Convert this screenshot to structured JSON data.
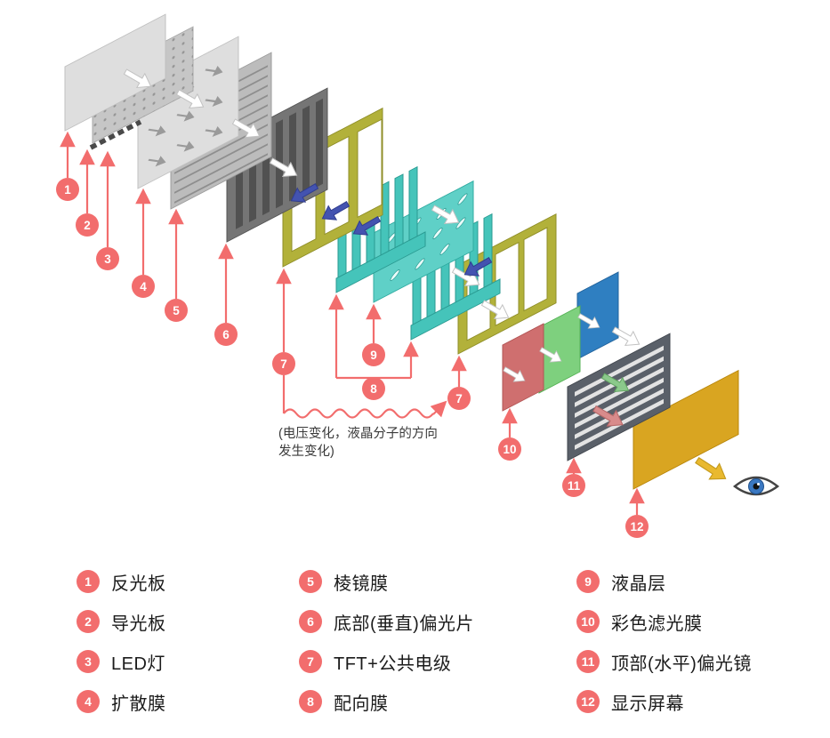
{
  "colors": {
    "badge_accent": "#f26d6d",
    "frame_olive": "#b2b13a",
    "teal_layer": "#45c4ba",
    "display_gold": "#d9a521",
    "filter_red": "#cf6f6f",
    "filter_green": "#7ed07e",
    "filter_blue": "#2f7fc1",
    "polarized_arrow_blue": "#4353b0"
  },
  "diagram": {
    "badge_numbers": [
      "1",
      "2",
      "3",
      "4",
      "5",
      "6",
      "7",
      "8",
      "9",
      "7",
      "10",
      "11",
      "12"
    ],
    "annotation": {
      "line1": "(电压变化，液晶分子的方向",
      "line2": "发生变化)"
    }
  },
  "legend": {
    "items": [
      {
        "num": "1",
        "label": "反光板"
      },
      {
        "num": "2",
        "label": "导光板"
      },
      {
        "num": "3",
        "label": "LED灯"
      },
      {
        "num": "4",
        "label": "扩散膜"
      },
      {
        "num": "5",
        "label": "棱镜膜"
      },
      {
        "num": "6",
        "label": "底部(垂直)偏光片"
      },
      {
        "num": "7",
        "label": "TFT+公共电级"
      },
      {
        "num": "8",
        "label": "配向膜"
      },
      {
        "num": "9",
        "label": "液晶层"
      },
      {
        "num": "10",
        "label": "彩色滤光膜"
      },
      {
        "num": "11",
        "label": "顶部(水平)偏光镜"
      },
      {
        "num": "12",
        "label": "显示屏幕"
      }
    ]
  }
}
